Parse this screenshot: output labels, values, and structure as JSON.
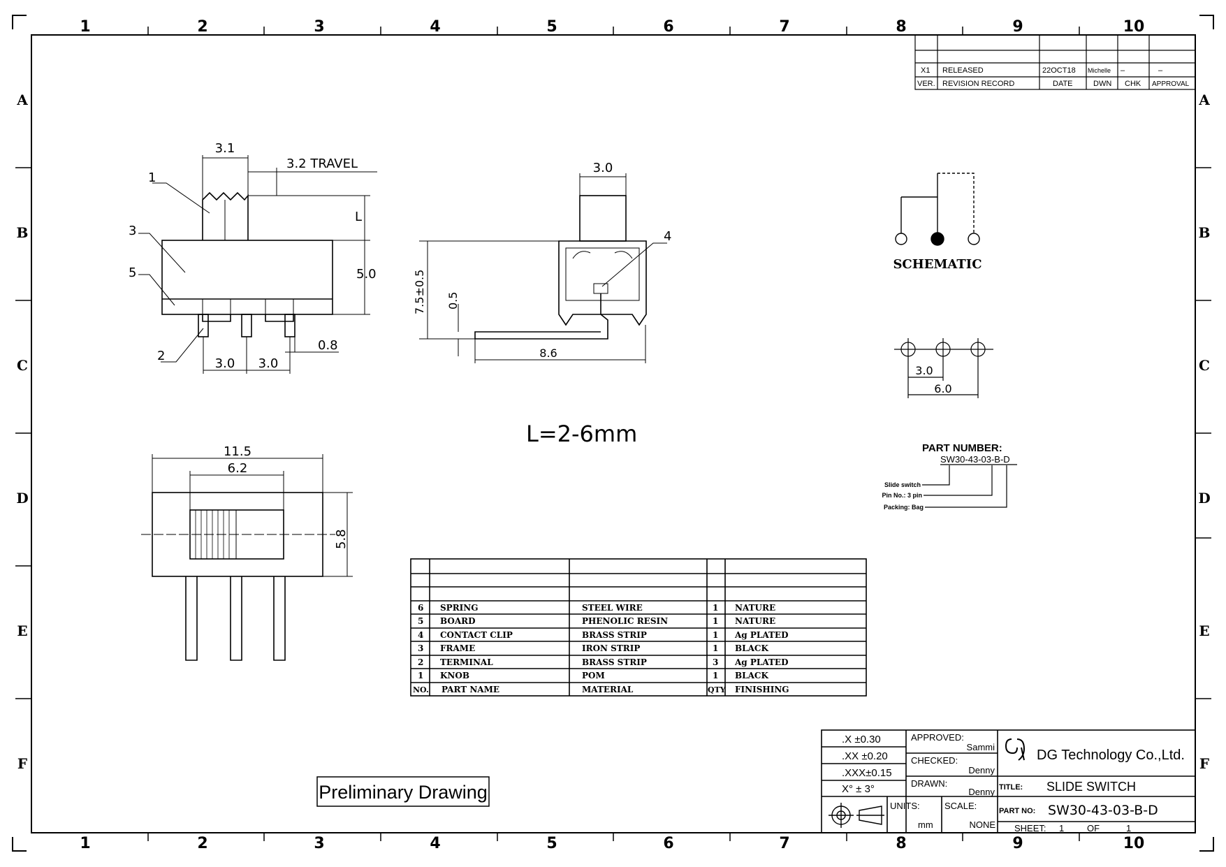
{
  "frame": {
    "columns": [
      "1",
      "2",
      "3",
      "4",
      "5",
      "6",
      "7",
      "8",
      "9",
      "10"
    ],
    "rows": [
      "A",
      "B",
      "C",
      "D",
      "E",
      "F"
    ]
  },
  "revision": {
    "entry": {
      "ver": "X1",
      "record": "RELEASED",
      "date": "22OCT18",
      "dwn": "Michelle",
      "chk": "–",
      "approval": "–"
    },
    "headers": {
      "ver": "VER.",
      "record": "REVISION  RECORD",
      "date": "DATE",
      "dwn": "DWN",
      "chk": "CHK",
      "approval": "APPROVAL"
    }
  },
  "side_view": {
    "dim_top": "3.1",
    "dim_travel": "3.2  TRAVEL",
    "dim_l": "L",
    "dim_height": "5.0",
    "dim_pitch_1": "3.0",
    "dim_pitch_2": "3.0",
    "dim_pin": "0.8",
    "callout_1": "1",
    "callout_2": "2",
    "callout_3": "3",
    "callout_5": "5"
  },
  "end_view": {
    "dim_knob": "3.0",
    "dim_height": "7.5±0.5",
    "dim_offset": "0.5",
    "dim_length": "8.6",
    "callout_4": "4"
  },
  "schematic": {
    "label": "SCHEMATIC"
  },
  "pcb": {
    "dim_pitch": "3.0",
    "dim_span": "6.0"
  },
  "note_l": "L=2-6mm",
  "part_number": {
    "title": "PART  NUMBER:",
    "code": "SW30-43-03-B-D",
    "legend": [
      "Slide switch",
      "Pin No.: 3 pin",
      "Packing: Bag"
    ]
  },
  "top_view": {
    "dim_width": "11.5",
    "dim_knob": "6.2",
    "dim_depth": "5.8"
  },
  "bom": {
    "rows": [
      {
        "no": "6",
        "name": "SPRING",
        "material": "STEEL WIRE",
        "qty": "1",
        "finish": "NATURE"
      },
      {
        "no": "5",
        "name": "BOARD",
        "material": "PHENOLIC RESIN",
        "qty": "1",
        "finish": "NATURE"
      },
      {
        "no": "4",
        "name": "CONTACT CLIP",
        "material": "BRASS STRIP",
        "qty": "1",
        "finish": "Ag PLATED"
      },
      {
        "no": "3",
        "name": "FRAME",
        "material": "IRON STRIP",
        "qty": "1",
        "finish": "BLACK"
      },
      {
        "no": "2",
        "name": "TERMINAL",
        "material": "BRASS STRIP",
        "qty": "3",
        "finish": "Ag PLATED"
      },
      {
        "no": "1",
        "name": "KNOB",
        "material": "POM",
        "qty": "1",
        "finish": "BLACK"
      }
    ],
    "header": {
      "no": "NO.",
      "name": "PART  NAME",
      "material": "MATERIAL",
      "qty": "QTY",
      "finish": "FINISHING"
    }
  },
  "stamp": "Preliminary Drawing",
  "title_block": {
    "tol_1": ".X    ±0.30",
    "tol_2": ".XX  ±0.20",
    "tol_3": ".XXX±0.15",
    "tol_4": "X°  ±  3°",
    "approved_label": "APPROVED:",
    "approved_name": "Sammi",
    "checked_label": "CHECKED:",
    "checked_name": "Denny",
    "drawn_label": "DRAWN:",
    "drawn_name": "Denny",
    "units_label": "UNITS:",
    "units_value": "mm",
    "scale_label": "SCALE:",
    "scale_value": "NONE",
    "company": "DG Technology Co.,Ltd.",
    "title_label": "TITLE:",
    "title_value": "SLIDE  SWITCH",
    "partno_label": "PART NO:",
    "partno_value": "SW30-43-03-B-D",
    "sheet_label": "SHEET:",
    "sheet_value": "1",
    "of_label": "OF",
    "of_value": "1"
  }
}
